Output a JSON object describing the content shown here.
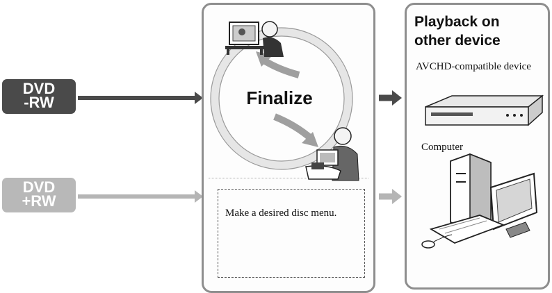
{
  "badges": {
    "top": {
      "line1": "DVD",
      "line2": "-RW",
      "color": "#4a4a4a"
    },
    "bottom": {
      "line1": "DVD",
      "line2": "+RW",
      "color": "#b8b8b8"
    }
  },
  "middle_panel": {
    "finalize_label": "Finalize",
    "menu_text": "Make a desired disc menu."
  },
  "right_panel": {
    "title_line1": "Playback on",
    "title_line2": "other device",
    "avchd_label": "AVCHD-compatible device",
    "computer_label": "Computer"
  },
  "colors": {
    "dark_arrow": "#4a4a4a",
    "light_arrow": "#b5b5b5",
    "panel_border": "#8e8e8e"
  },
  "icons": [
    "tv-viewer-icon",
    "camcorder-user-icon",
    "cycle-arrow-icon",
    "dvd-player-icon",
    "desktop-computer-icon"
  ]
}
